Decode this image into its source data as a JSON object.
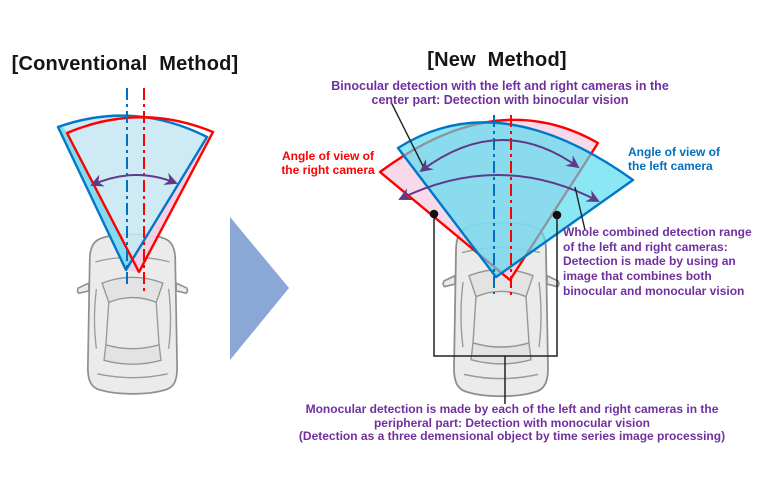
{
  "conventional": {
    "title": "[Conventional Method]"
  },
  "new_method": {
    "title": "[New Method]",
    "binocular_note": "Binocular detection with the left and right cameras in the\ncenter part: Detection with binocular vision",
    "right_camera_label": "Angle of view of\nthe right camera",
    "left_camera_label": "Angle of view of\nthe left camera",
    "whole_range_note": "Whole combined detection range\nof the left and right cameras:\nDetection is made by using an\nimage that combines both\nbinocular and monocular vision",
    "monocular_note": "Monocular detection is made by each of the left and right cameras in the\nperipheral part: Detection with monocular vision\n(Detection as a three demensional object by time series image processing)"
  },
  "colors": {
    "annotation_purple": "#7030A0",
    "arc_arrow_purple": "#5E3A87",
    "camera_red": "#FF0000",
    "camera_blue": "#0077C8",
    "binocular_cyan_fill": "#55DCEF",
    "conventional_pale_blue_fill": "#C6E6F3",
    "monocular_pink_fill": "#F5CFE3",
    "flow_arrow_blue": "#8BA7D6",
    "car_body_gray": "#EBEBEB",
    "car_outline_gray": "#8F8F8F"
  }
}
